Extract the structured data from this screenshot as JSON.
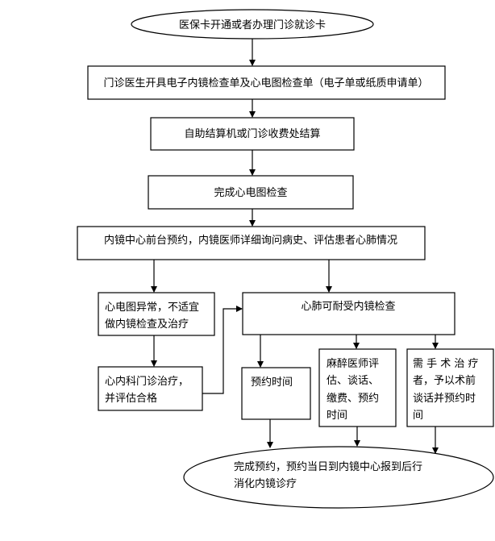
{
  "nodes": {
    "start": "医保卡开通或者办理门诊就诊卡",
    "order": "门诊医生开具电子内镜检查单及心电图检查单（电子单或纸质申请单）",
    "pay": "自助结算机或门诊收费处结算",
    "ecg": "完成心电图检查",
    "front_desk": "内镜中心前台预约，内镜医师详细询问病史、评估患者心肺情况",
    "ecg_abnormal": [
      "心电图异常，不适宜",
      "做内镜检查及治疗"
    ],
    "cardio_treat": [
      "心内科门诊治疗，",
      "并评估合格"
    ],
    "tolerable": "心肺可耐受内镜检查",
    "book_time": "预约时间",
    "anesthesia": [
      "麻醉医师评",
      "估、谈话、",
      "缴费、预约",
      "时间"
    ],
    "surgery": [
      "需 手 术 治 疗",
      "者，予以术前",
      "谈话并预约时",
      "间"
    ],
    "end": [
      "完成预约，预约当日到内镜中心报到后行",
      "消化内镜诊疗"
    ]
  }
}
